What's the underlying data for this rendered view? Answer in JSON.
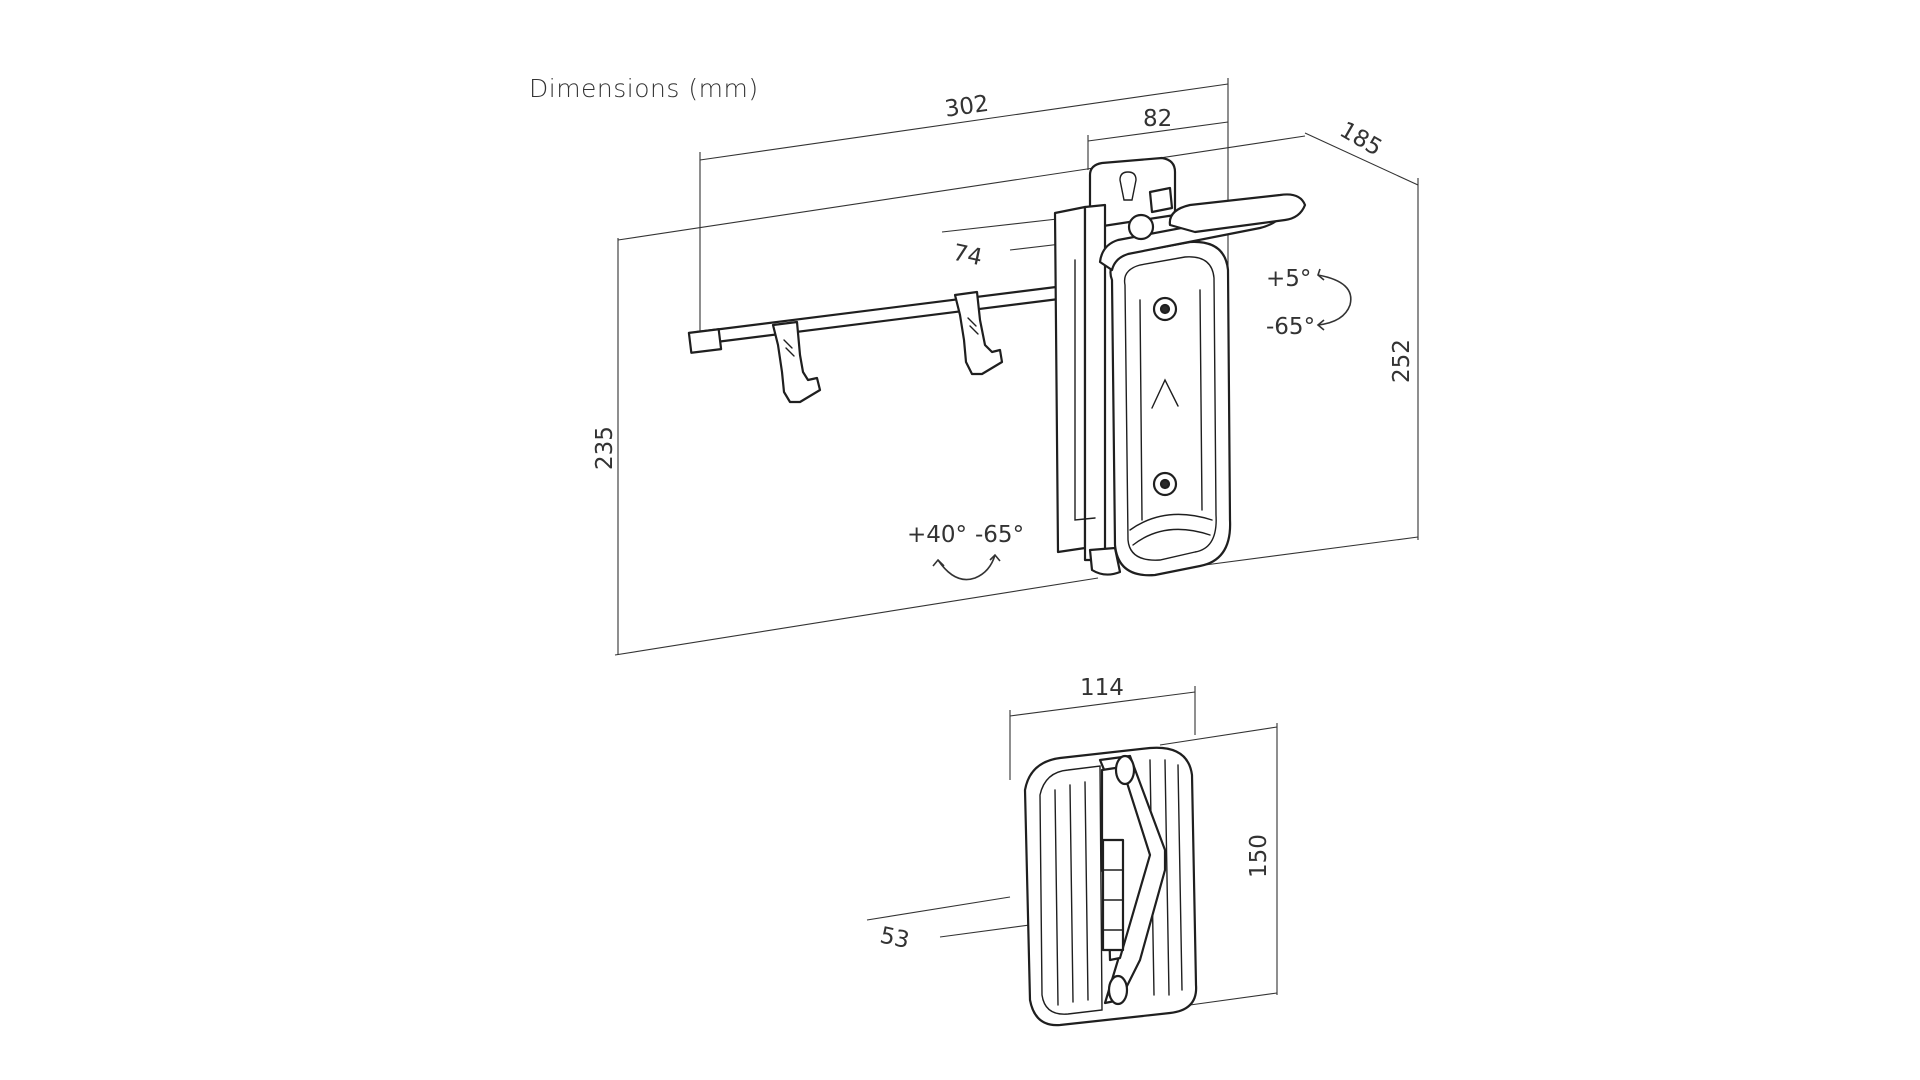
{
  "heading": "Dimensions (mm)",
  "dimensions": {
    "overall_length": "302",
    "arm_offset": "82",
    "depth": "185",
    "bar_offset": "74",
    "bracket_height": "235",
    "body_height": "252",
    "tilt_up": "+5°",
    "tilt_down": "-65°",
    "swivel_left": "+40°",
    "swivel_right": "-65°",
    "hook_width": "114",
    "hook_height": "150",
    "hook_depth": "53"
  }
}
